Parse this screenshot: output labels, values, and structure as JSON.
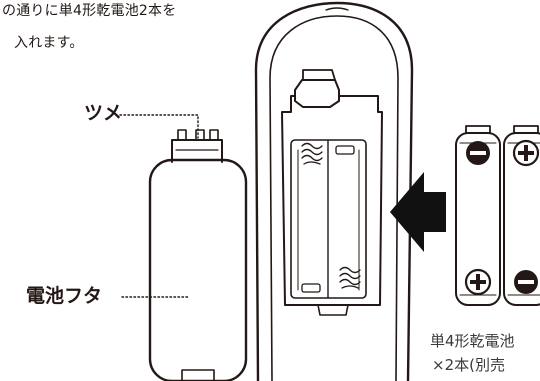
{
  "instructions": {
    "line1": "の通りに単4形乾電池2本を",
    "line2": "入れます。"
  },
  "labels": {
    "tab": "ツメ",
    "cover": "電池フタ"
  },
  "battery_caption": {
    "line1": "単4形乾電池",
    "line2": "×2本(別売"
  },
  "colors": {
    "ink": "#231815",
    "arrow": "#111111",
    "paper": "#ffffff"
  },
  "icons": {
    "arrow": "insert-arrow-icon",
    "plus": "plus-terminal-icon",
    "minus": "minus-terminal-icon"
  }
}
